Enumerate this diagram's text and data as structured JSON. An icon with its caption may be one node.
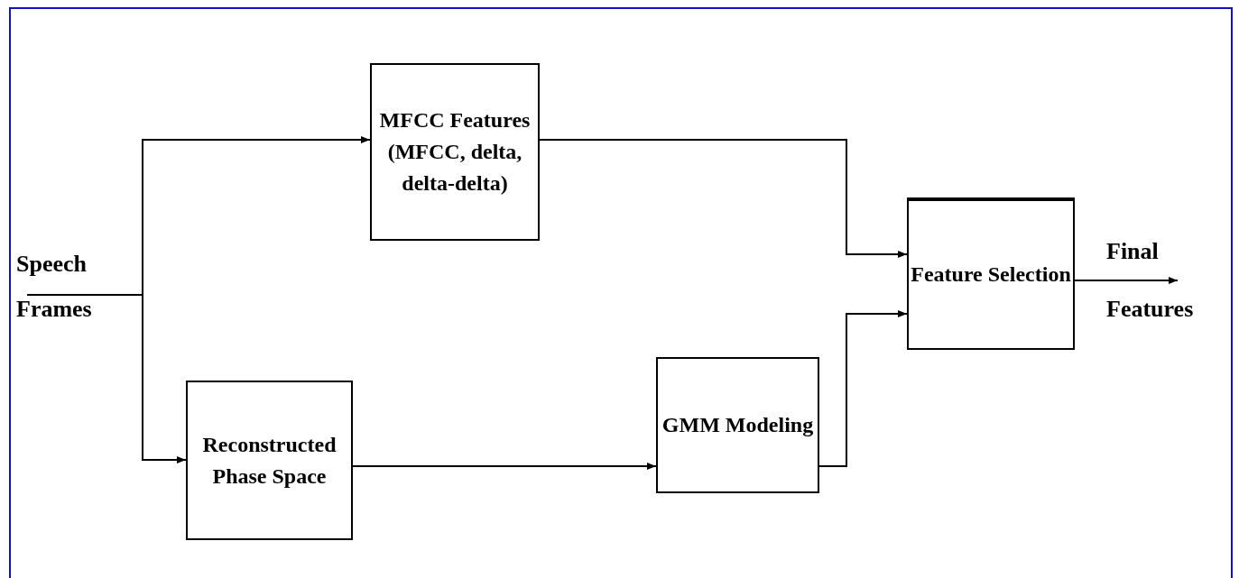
{
  "diagram": {
    "nodes": [
      {
        "text": [
          "Speech",
          "Frames"
        ]
      },
      {
        "text": [
          "MFCC Features (MFCC, delta, delta-delta)"
        ]
      },
      {
        "text": [
          "Reconstructed Phase Space"
        ]
      },
      {
        "text": [
          "GMM Modeling"
        ]
      },
      {
        "text": [
          "Feature Selection"
        ]
      },
      {
        "text": [
          "Final",
          "Features"
        ]
      }
    ],
    "edges": [
      {
        "from": 0,
        "to": 1,
        "arrow": "to"
      },
      {
        "from": 0,
        "to": 2,
        "arrow": "to"
      },
      {
        "from": 2,
        "to": 3,
        "arrow": "to"
      },
      {
        "from": 1,
        "to": 4,
        "arrow": "to"
      },
      {
        "from": 3,
        "to": 4,
        "arrow": "to"
      },
      {
        "from": 4,
        "to": 5,
        "arrow": "to"
      }
    ]
  }
}
